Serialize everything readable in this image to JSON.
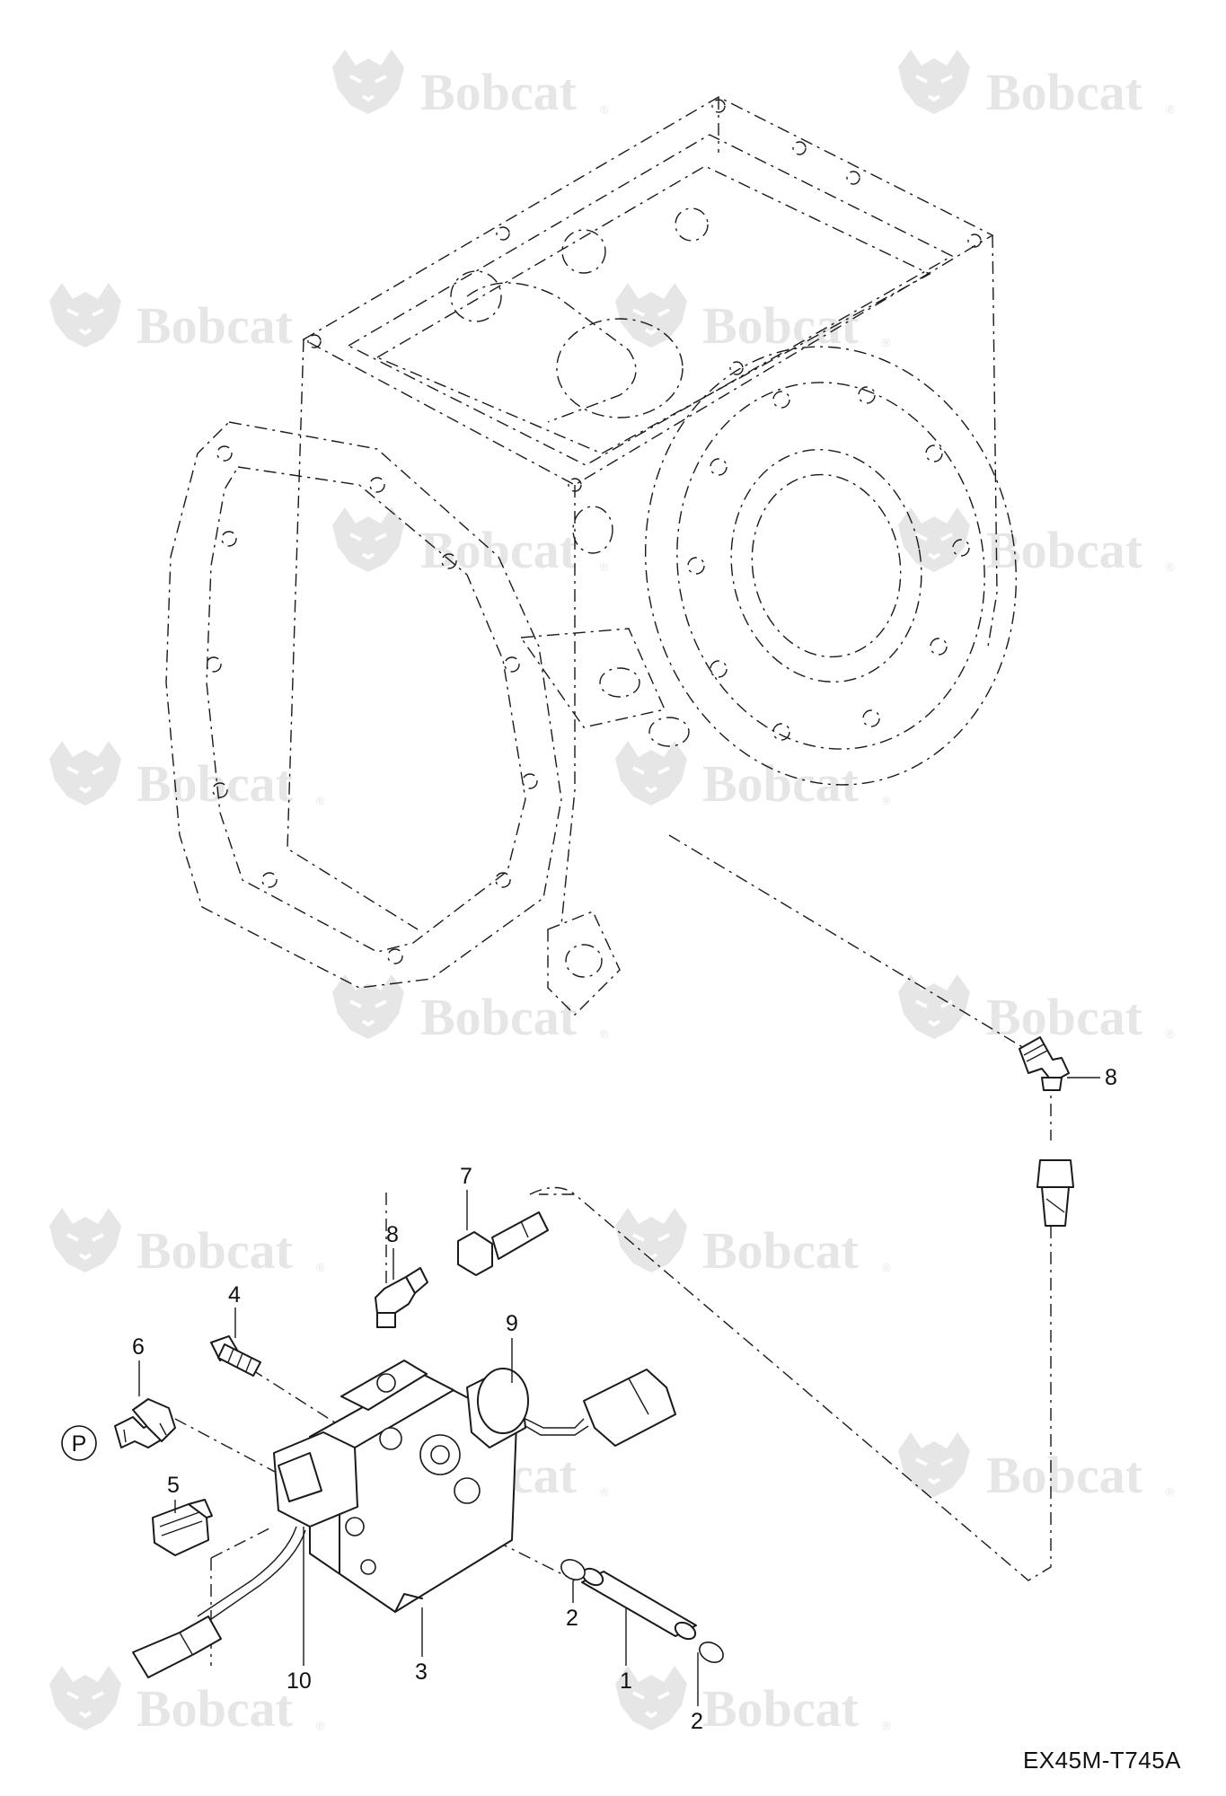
{
  "watermark": {
    "brand": "Bobcat",
    "reg_mark": "®"
  },
  "drawing_code": "EX45M-T745A",
  "pressure_port": "P",
  "callouts": [
    {
      "id": "c1",
      "label": "1"
    },
    {
      "id": "c2a",
      "label": "2"
    },
    {
      "id": "c2b",
      "label": "2"
    },
    {
      "id": "c3",
      "label": "3"
    },
    {
      "id": "c4",
      "label": "4"
    },
    {
      "id": "c5",
      "label": "5"
    },
    {
      "id": "c6",
      "label": "6"
    },
    {
      "id": "c7",
      "label": "7"
    },
    {
      "id": "c8a",
      "label": "8"
    },
    {
      "id": "c8b",
      "label": "8"
    },
    {
      "id": "c9",
      "label": "9"
    },
    {
      "id": "c10",
      "label": "10"
    }
  ]
}
